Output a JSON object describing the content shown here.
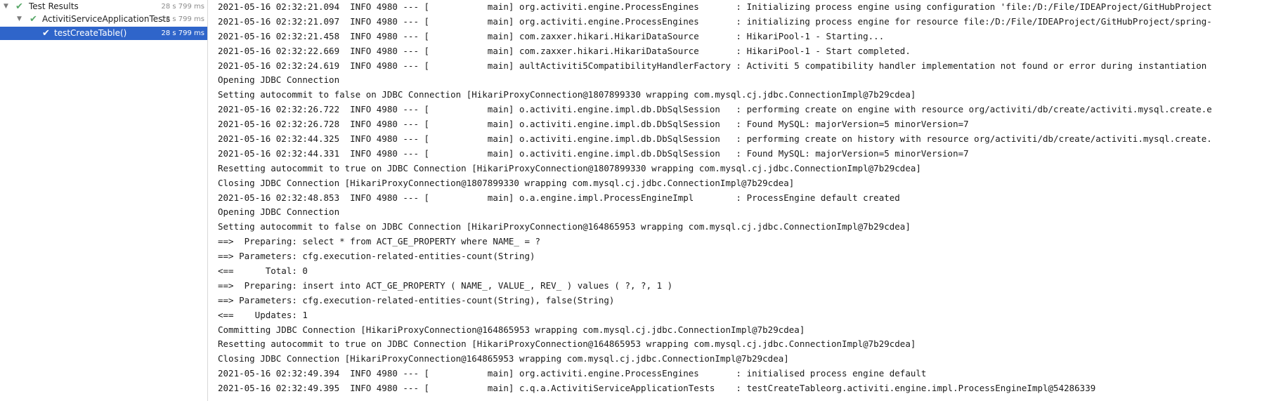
{
  "test_tree": {
    "items": [
      {
        "label": "Test Results",
        "time": "28 s 799 ms"
      },
      {
        "label": "ActivitiServiceApplicationTests",
        "time": "28 s 799 ms"
      },
      {
        "label": "testCreateTable()",
        "time": "28 s 799 ms"
      }
    ]
  },
  "console": {
    "lines": [
      "2021-05-16 02:32:21.094  INFO 4980 --- [           main] org.activiti.engine.ProcessEngines       : Initializing process engine using configuration 'file:/D:/File/IDEAProject/GitHubProject",
      "2021-05-16 02:32:21.097  INFO 4980 --- [           main] org.activiti.engine.ProcessEngines       : initializing process engine for resource file:/D:/File/IDEAProject/GitHubProject/spring-",
      "2021-05-16 02:32:21.458  INFO 4980 --- [           main] com.zaxxer.hikari.HikariDataSource       : HikariPool-1 - Starting...",
      "2021-05-16 02:32:22.669  INFO 4980 --- [           main] com.zaxxer.hikari.HikariDataSource       : HikariPool-1 - Start completed.",
      "2021-05-16 02:32:24.619  INFO 4980 --- [           main] aultActiviti5CompatibilityHandlerFactory : Activiti 5 compatibility handler implementation not found or error during instantiation",
      "Opening JDBC Connection",
      "Setting autocommit to false on JDBC Connection [HikariProxyConnection@1807899330 wrapping com.mysql.cj.jdbc.ConnectionImpl@7b29cdea]",
      "2021-05-16 02:32:26.722  INFO 4980 --- [           main] o.activiti.engine.impl.db.DbSqlSession   : performing create on engine with resource org/activiti/db/create/activiti.mysql.create.e",
      "2021-05-16 02:32:26.728  INFO 4980 --- [           main] o.activiti.engine.impl.db.DbSqlSession   : Found MySQL: majorVersion=5 minorVersion=7",
      "2021-05-16 02:32:44.325  INFO 4980 --- [           main] o.activiti.engine.impl.db.DbSqlSession   : performing create on history with resource org/activiti/db/create/activiti.mysql.create.",
      "2021-05-16 02:32:44.331  INFO 4980 --- [           main] o.activiti.engine.impl.db.DbSqlSession   : Found MySQL: majorVersion=5 minorVersion=7",
      "Resetting autocommit to true on JDBC Connection [HikariProxyConnection@1807899330 wrapping com.mysql.cj.jdbc.ConnectionImpl@7b29cdea]",
      "Closing JDBC Connection [HikariProxyConnection@1807899330 wrapping com.mysql.cj.jdbc.ConnectionImpl@7b29cdea]",
      "2021-05-16 02:32:48.853  INFO 4980 --- [           main] o.a.engine.impl.ProcessEngineImpl        : ProcessEngine default created",
      "Opening JDBC Connection",
      "Setting autocommit to false on JDBC Connection [HikariProxyConnection@164865953 wrapping com.mysql.cj.jdbc.ConnectionImpl@7b29cdea]",
      "==>  Preparing: select * from ACT_GE_PROPERTY where NAME_ = ?",
      "==> Parameters: cfg.execution-related-entities-count(String)",
      "<==      Total: 0",
      "==>  Preparing: insert into ACT_GE_PROPERTY ( NAME_, VALUE_, REV_ ) values ( ?, ?, 1 )",
      "==> Parameters: cfg.execution-related-entities-count(String), false(String)",
      "<==    Updates: 1",
      "Committing JDBC Connection [HikariProxyConnection@164865953 wrapping com.mysql.cj.jdbc.ConnectionImpl@7b29cdea]",
      "Resetting autocommit to true on JDBC Connection [HikariProxyConnection@164865953 wrapping com.mysql.cj.jdbc.ConnectionImpl@7b29cdea]",
      "Closing JDBC Connection [HikariProxyConnection@164865953 wrapping com.mysql.cj.jdbc.ConnectionImpl@7b29cdea]",
      "2021-05-16 02:32:49.394  INFO 4980 --- [           main] org.activiti.engine.ProcessEngines       : initialised process engine default",
      "2021-05-16 02:32:49.395  INFO 4980 --- [           main] c.q.a.ActivitiServiceApplicationTests    : testCreateTableorg.activiti.engine.impl.ProcessEngineImpl@54286339"
    ]
  },
  "colors": {
    "selection": "#2f65ca",
    "pass_check": "#59a869",
    "console_text": "#1a1a1a"
  },
  "icons": {
    "expand": "chevron-down-icon",
    "passed": "check-icon"
  }
}
